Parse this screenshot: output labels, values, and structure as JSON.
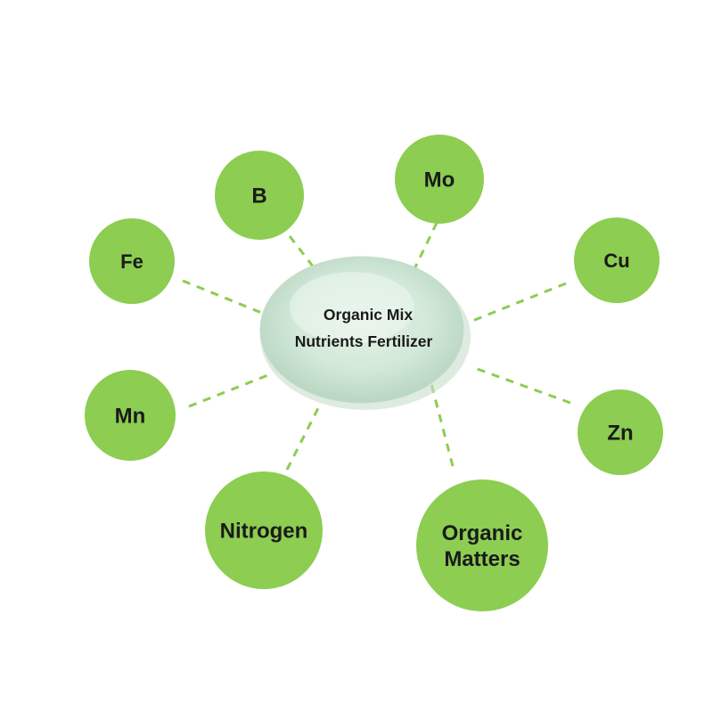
{
  "center": {
    "line1": "Organic Mix",
    "line2": "Nutrients Fertilizer",
    "powder_color": "#d9ebdf"
  },
  "node_color": "#8ccd52",
  "connector_color": "#8ccd52",
  "nodes": [
    {
      "id": "b",
      "lines": [
        "B"
      ]
    },
    {
      "id": "mo",
      "lines": [
        "Mo"
      ]
    },
    {
      "id": "fe",
      "lines": [
        "Fe"
      ]
    },
    {
      "id": "cu",
      "lines": [
        "Cu"
      ]
    },
    {
      "id": "mn",
      "lines": [
        "Mn"
      ]
    },
    {
      "id": "zn",
      "lines": [
        "Zn"
      ]
    },
    {
      "id": "nitrogen",
      "lines": [
        "Nitrogen"
      ]
    },
    {
      "id": "organic-matters",
      "lines": [
        "Organic",
        "Matters"
      ]
    }
  ]
}
